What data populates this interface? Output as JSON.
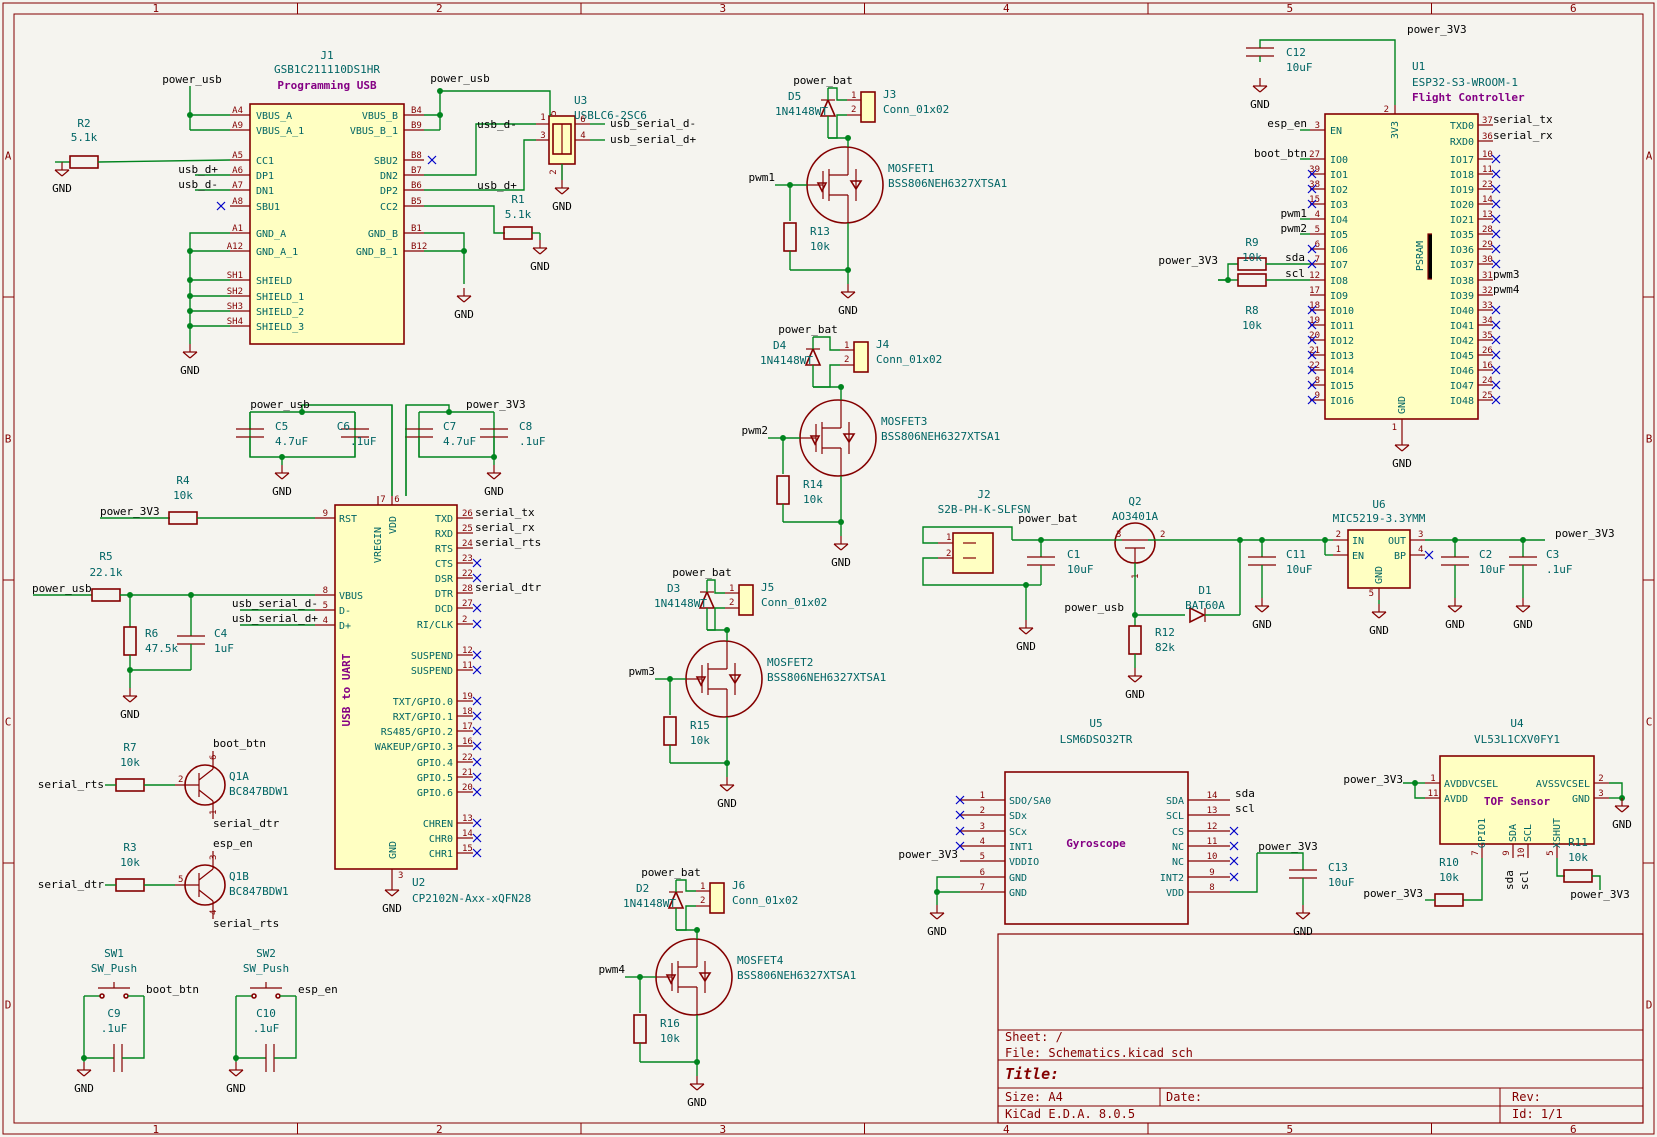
{
  "frame": {
    "col_labels": [
      "1",
      "2",
      "3",
      "4",
      "5",
      "6"
    ],
    "row_labels": [
      "A",
      "B",
      "C",
      "D"
    ]
  },
  "title_block": {
    "sheet": "Sheet: /",
    "file": "File: Schematics.kicad_sch",
    "title": "Title:",
    "size": "Size: A4",
    "date": "Date:",
    "rev": "Rev:",
    "tool": "KiCad E.D.A. 8.0.5",
    "id": "Id: 1/1"
  },
  "colors": {
    "frame": "#840000",
    "wire": "#00841e",
    "symbol_fill": "#ffffc2",
    "ref_text": "#006464",
    "title_text": "#840084",
    "noconnect": "#0000c8"
  },
  "j1": {
    "ref": "J1",
    "value": "GSB1C211110DS1HR",
    "title": "Programming USB",
    "left_pins": [
      {
        "n": "A4",
        "name": "VBUS_A"
      },
      {
        "n": "A9",
        "name": "VBUS_A_1"
      },
      {
        "n": "A5",
        "name": "CC1"
      },
      {
        "n": "A6",
        "name": "DP1"
      },
      {
        "n": "A7",
        "name": "DN1"
      },
      {
        "n": "A8",
        "name": "SBU1"
      },
      {
        "n": "A1",
        "name": "GND_A"
      },
      {
        "n": "A12",
        "name": "GND_A_1"
      },
      {
        "n": "SH1",
        "name": "SHIELD"
      },
      {
        "n": "SH2",
        "name": "SHIELD_1"
      },
      {
        "n": "SH3",
        "name": "SHIELD_2"
      },
      {
        "n": "SH4",
        "name": "SHIELD_3"
      }
    ],
    "right_pins": [
      {
        "n": "B4",
        "name": "VBUS_B"
      },
      {
        "n": "B9",
        "name": "VBUS_B_1"
      },
      {
        "n": "B8",
        "name": "SBU2"
      },
      {
        "n": "B7",
        "name": "DN2"
      },
      {
        "n": "B6",
        "name": "DP2"
      },
      {
        "n": "B5",
        "name": "CC2"
      },
      {
        "n": "B1",
        "name": "GND_B"
      },
      {
        "n": "B12",
        "name": "GND_B_1"
      }
    ]
  },
  "u3": {
    "ref": "U3",
    "value": "USBLC6-2SC6",
    "pins": [
      "1",
      "3",
      "6",
      "4",
      "5",
      "2"
    ]
  },
  "u2": {
    "ref": "U2",
    "value": "CP2102N-Axx-xQFN28",
    "title": "USB to UART",
    "top_pins": [
      {
        "n": "7",
        "name": "VREGIN"
      },
      {
        "n": "6",
        "name": "VDD"
      }
    ],
    "left_pins": [
      {
        "n": "9",
        "name": "RST"
      },
      {
        "n": "8",
        "name": "VBUS"
      },
      {
        "n": "5",
        "name": "D-"
      },
      {
        "n": "4",
        "name": "D+"
      }
    ],
    "right_pins": [
      {
        "n": "26",
        "name": "TXD"
      },
      {
        "n": "25",
        "name": "RXD"
      },
      {
        "n": "24",
        "name": "RTS"
      },
      {
        "n": "23",
        "name": "CTS"
      },
      {
        "n": "22",
        "name": "DSR"
      },
      {
        "n": "28",
        "name": "DTR"
      },
      {
        "n": "27",
        "name": "DCD"
      },
      {
        "n": "2",
        "name": "RI/CLK"
      },
      {
        "n": "12",
        "name": "SUSPEND"
      },
      {
        "n": "11",
        "name": "SUSPEND"
      },
      {
        "n": "19",
        "name": "TXT/GPIO.0"
      },
      {
        "n": "18",
        "name": "RXT/GPIO.1"
      },
      {
        "n": "17",
        "name": "RS485/GPIO.2"
      },
      {
        "n": "16",
        "name": "WAKEUP/GPIO.3"
      },
      {
        "n": "22",
        "name": "GPIO.4"
      },
      {
        "n": "21",
        "name": "GPIO.5"
      },
      {
        "n": "20",
        "name": "GPIO.6"
      },
      {
        "n": "13",
        "name": "CHREN"
      },
      {
        "n": "14",
        "name": "CHR0"
      },
      {
        "n": "15",
        "name": "CHR1"
      }
    ],
    "bottom_pins": [
      {
        "n": "3",
        "name": "GND"
      }
    ]
  },
  "u1": {
    "ref": "U1",
    "value": "ESP32-S3-WROOM-1",
    "title": "Flight Controller",
    "psram": "PSRAM",
    "left_pins": [
      {
        "n": "3",
        "name": "EN"
      },
      {
        "n": "27",
        "name": "IO0"
      },
      {
        "n": "39",
        "name": "IO1"
      },
      {
        "n": "38",
        "name": "IO2"
      },
      {
        "n": "15",
        "name": "IO3"
      },
      {
        "n": "4",
        "name": "IO4"
      },
      {
        "n": "5",
        "name": "IO5"
      },
      {
        "n": "6",
        "name": "IO6"
      },
      {
        "n": "7",
        "name": "IO7"
      },
      {
        "n": "12",
        "name": "IO8"
      },
      {
        "n": "17",
        "name": "IO9"
      },
      {
        "n": "18",
        "name": "IO10"
      },
      {
        "n": "19",
        "name": "IO11"
      },
      {
        "n": "20",
        "name": "IO12"
      },
      {
        "n": "21",
        "name": "IO13"
      },
      {
        "n": "22",
        "name": "IO14"
      },
      {
        "n": "8",
        "name": "IO15"
      },
      {
        "n": "9",
        "name": "IO16"
      }
    ],
    "right_pins": [
      {
        "n": "37",
        "name": "TXD0"
      },
      {
        "n": "36",
        "name": "RXD0"
      },
      {
        "n": "10",
        "name": "IO17"
      },
      {
        "n": "11",
        "name": "IO18"
      },
      {
        "n": "23",
        "name": "IO19"
      },
      {
        "n": "14",
        "name": "IO20"
      },
      {
        "n": "13",
        "name": "IO21"
      },
      {
        "n": "28",
        "name": "IO35"
      },
      {
        "n": "29",
        "name": "IO36"
      },
      {
        "n": "30",
        "name": "IO37"
      },
      {
        "n": "31",
        "name": "IO38"
      },
      {
        "n": "32",
        "name": "IO39"
      },
      {
        "n": "33",
        "name": "IO40"
      },
      {
        "n": "34",
        "name": "IO41"
      },
      {
        "n": "35",
        "name": "IO42"
      },
      {
        "n": "26",
        "name": "IO45"
      },
      {
        "n": "16",
        "name": "IO46"
      },
      {
        "n": "24",
        "name": "IO47"
      },
      {
        "n": "25",
        "name": "IO48"
      }
    ],
    "top_pin": {
      "n": "2",
      "name": "3V3"
    },
    "bottom_pin": {
      "n": "1",
      "name": "GND"
    }
  },
  "u5": {
    "ref": "U5",
    "value": "LSM6DSO32TR",
    "title": "Gyroscope",
    "left_pins": [
      {
        "n": "1",
        "name": "SDO/SA0"
      },
      {
        "n": "2",
        "name": "SDx"
      },
      {
        "n": "3",
        "name": "SCx"
      },
      {
        "n": "4",
        "name": "INT1"
      },
      {
        "n": "5",
        "name": "VDDIO"
      },
      {
        "n": "6",
        "name": "GND"
      },
      {
        "n": "7",
        "name": "GND"
      }
    ],
    "right_pins": [
      {
        "n": "14",
        "name": "SDA"
      },
      {
        "n": "13",
        "name": "SCL"
      },
      {
        "n": "12",
        "name": "CS"
      },
      {
        "n": "11",
        "name": "NC"
      },
      {
        "n": "10",
        "name": "NC"
      },
      {
        "n": "9",
        "name": "INT2"
      },
      {
        "n": "8",
        "name": "VDD"
      }
    ]
  },
  "u4": {
    "ref": "U4",
    "value": "VL53L1CXV0FY1",
    "title": "TOF Sensor",
    "left_pins": [
      {
        "n": "1",
        "name": "AVDDVCSEL"
      },
      {
        "n": "11",
        "name": "AVDD"
      }
    ],
    "right_pins": [
      {
        "n": "2",
        "name": "AVSSVCSEL"
      },
      {
        "n": "3",
        "name": "GND"
      }
    ],
    "bottom_pins": [
      {
        "n": "7",
        "name": "GPIO1"
      },
      {
        "n": "9",
        "name": "SDA"
      },
      {
        "n": "10",
        "name": "SCL"
      },
      {
        "n": "5",
        "name": "XSHUT"
      }
    ]
  },
  "u6": {
    "ref": "U6",
    "value": "MIC5219-3.3YMM",
    "left_pins": [
      {
        "n": "2",
        "name": "IN"
      },
      {
        "n": "1",
        "name": "EN"
      }
    ],
    "right_pins": [
      {
        "n": "3",
        "name": "OUT"
      },
      {
        "n": "4",
        "name": "BP"
      }
    ],
    "bottom_pin": {
      "n": "5",
      "name": "GND"
    }
  },
  "j2": {
    "ref": "J2",
    "value": "S2B-PH-K-SLFSN",
    "pins": [
      "1",
      "2"
    ]
  },
  "q2": {
    "ref": "Q2",
    "value": "AO3401A",
    "pins": [
      "3",
      "2",
      "1"
    ]
  },
  "d1": {
    "ref": "D1",
    "value": "BAT60A"
  },
  "mosfets": [
    {
      "ref": "MOSFET1",
      "value": "BSS806NEH6327XTSA1",
      "gate": "pwm1",
      "d_ref": "D5",
      "d_val": "1N4148WT",
      "j_ref": "J3",
      "j_val": "Conn_01x02",
      "r_ref": "R13",
      "r_val": "10k"
    },
    {
      "ref": "MOSFET3",
      "value": "BSS806NEH6327XTSA1",
      "gate": "pwm2",
      "d_ref": "D4",
      "d_val": "1N4148WT",
      "j_ref": "J4",
      "j_val": "Conn_01x02",
      "r_ref": "R14",
      "r_val": "10k"
    },
    {
      "ref": "MOSFET2",
      "value": "BSS806NEH6327XTSA1",
      "gate": "pwm3",
      "d_ref": "D3",
      "d_val": "1N4148WT",
      "j_ref": "J5",
      "j_val": "Conn_01x02",
      "r_ref": "R15",
      "r_val": "10k"
    },
    {
      "ref": "MOSFET4",
      "value": "BSS806NEH6327XTSA1",
      "gate": "pwm4",
      "d_ref": "D2",
      "d_val": "1N4148WT",
      "j_ref": "J6",
      "j_val": "Conn_01x02",
      "r_ref": "R16",
      "r_val": "10k"
    }
  ],
  "passives": {
    "R2": "5.1k",
    "R1": "5.1k",
    "R4": "10k",
    "R5": "22.1k",
    "R6": "47.5k",
    "R7": "10k",
    "R3": "10k",
    "R9": "10k",
    "R8": "10k",
    "R12": "82k",
    "R10": "10k",
    "R11": "10k",
    "C5": "4.7uF",
    "C6": ".1uF",
    "C7": "4.7uF",
    "C8": ".1uF",
    "C4": "1uF",
    "C9": ".1uF",
    "C10": ".1uF",
    "C12": "10uF",
    "C1": "10uF",
    "C11": "10uF",
    "C2": "10uF",
    "C3": ".1uF",
    "C13": "10uF"
  },
  "transistors": [
    {
      "ref": "Q1A",
      "value": "BC847BDW1",
      "base": "serial_rts",
      "top": "boot_btn",
      "bottom": "serial_dtr",
      "pins": [
        "2",
        "6",
        "1"
      ]
    },
    {
      "ref": "Q1B",
      "value": "BC847BDW1",
      "base": "serial_dtr",
      "top": "esp_en",
      "bottom": "serial_rts",
      "pins": [
        "5",
        "3",
        "4"
      ]
    }
  ],
  "switches": [
    {
      "ref": "SW1",
      "value": "SW_Push",
      "net": "boot_btn"
    },
    {
      "ref": "SW2",
      "value": "SW_Push",
      "net": "esp_en"
    }
  ],
  "nets": {
    "power_usb": "power_usb",
    "power_3v3": "power_3V3",
    "power_bat": "power_bat",
    "gnd": "GND",
    "usb_d_minus": "usb_d-",
    "usb_d_plus": "usb_d+",
    "usb_serial_d_minus": "usb_serial_d-",
    "usb_serial_d_plus": "usb_serial_d+",
    "serial_tx": "serial_tx",
    "serial_rx": "serial_rx",
    "serial_rts": "serial_rts",
    "serial_dtr": "serial_dtr",
    "esp_en": "esp_en",
    "boot_btn": "boot_btn",
    "sda": "sda",
    "scl": "scl",
    "pwm1": "pwm1",
    "pwm2": "pwm2",
    "pwm3": "pwm3",
    "pwm4": "pwm4"
  }
}
